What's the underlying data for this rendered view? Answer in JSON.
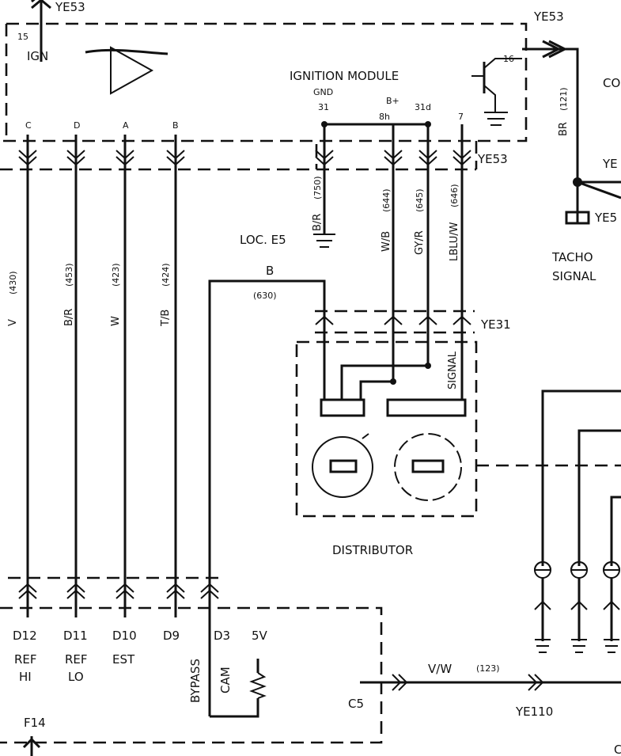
{
  "connectors": {
    "ye53_top": "YE53",
    "ye53_right_top": "YE53",
    "ye53_mid": "YE53",
    "ye53_right_mid": "YE",
    "ye5_right": "YE5",
    "ye31": "YE31",
    "ye110": "YE110"
  },
  "ignition_module": {
    "title": "IGNITION MODULE",
    "pin_15": "15",
    "ign": "IGN",
    "gnd": "GND",
    "pin_31": "31",
    "bplus": "B+",
    "pin_8h": "8h",
    "pin_31d": "31d",
    "pin_7": "7",
    "pin_16": "16"
  },
  "pin_letters": [
    "C",
    "D",
    "A",
    "B"
  ],
  "left_wires": [
    {
      "color": "V",
      "circuit": "(430)"
    },
    {
      "color": "B/R",
      "circuit": "(453)"
    },
    {
      "color": "W",
      "circuit": "(423)"
    },
    {
      "color": "T/B",
      "circuit": "(424)"
    }
  ],
  "module_wires": [
    {
      "color": "B/R",
      "circuit": "(750)"
    },
    {
      "color": "W/B",
      "circuit": "(644)"
    },
    {
      "color": "GY/R",
      "circuit": "(645)"
    },
    {
      "color": "LBLU/W",
      "circuit": "(646)"
    }
  ],
  "tacho": {
    "wire_color": "BR",
    "circuit": "(121)",
    "line1": "TACHO",
    "line2": "SIGNAL",
    "right_label": "CO"
  },
  "ground_loc": "LOC. E5",
  "bypass_wire": {
    "color": "B",
    "circuit": "(630)"
  },
  "distributor": {
    "title": "DISTRIBUTOR",
    "signal": "SIGNAL"
  },
  "ecm_pins": [
    {
      "pin": "D12",
      "line1": "REF",
      "line2": "HI"
    },
    {
      "pin": "D11",
      "line1": "REF",
      "line2": "LO"
    },
    {
      "pin": "D10",
      "line1": "EST",
      "line2": ""
    },
    {
      "pin": "D9",
      "line1": "",
      "line2": ""
    },
    {
      "pin": "D3",
      "line1": "",
      "line2": ""
    }
  ],
  "ecm_labels": {
    "bypass": "BYPASS",
    "cam": "CAM",
    "five_v": "5V"
  },
  "bottom": {
    "c5": "C5",
    "vw_color": "V/W",
    "vw_circuit": "(123)",
    "f14": "F14",
    "corner": "C"
  }
}
